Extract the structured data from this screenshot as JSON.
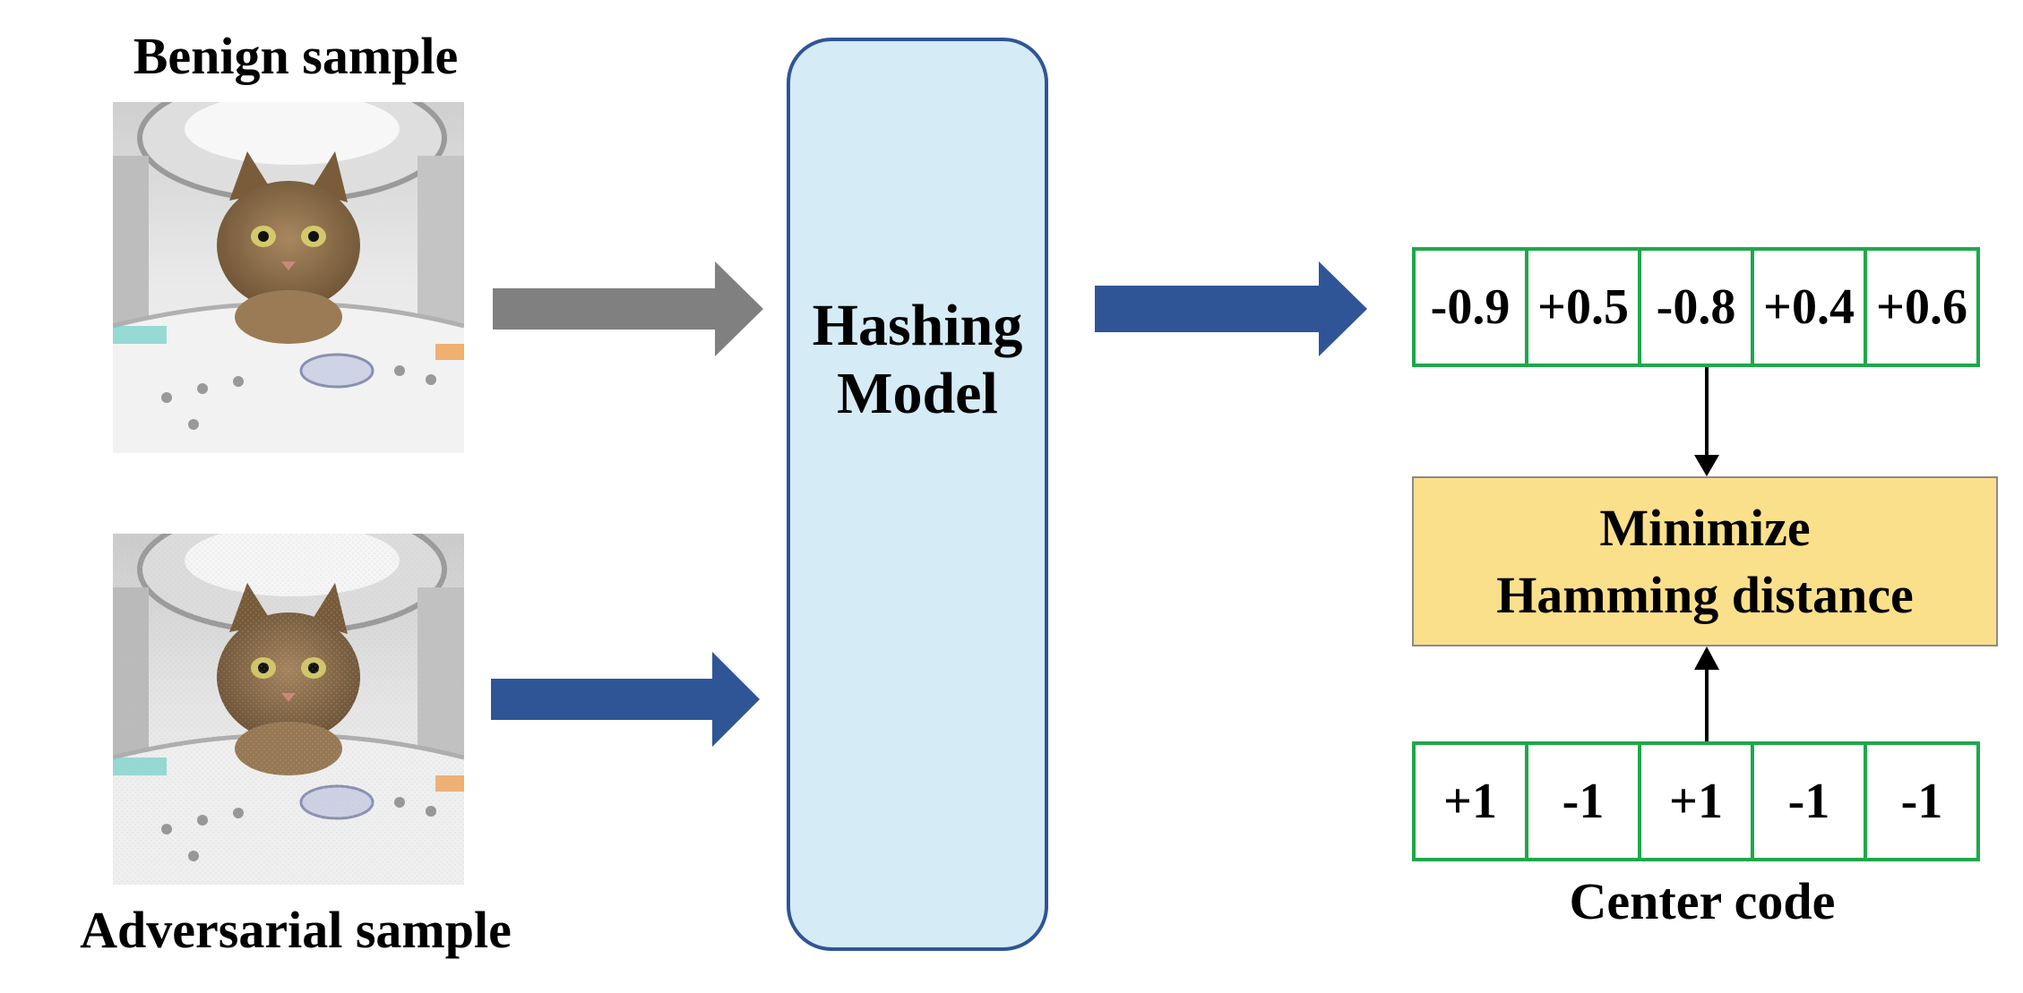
{
  "samples": {
    "benign_label": "Benign sample",
    "adversarial_label": "Adversarial sample"
  },
  "model": {
    "line1": "Hashing",
    "line2": "Model"
  },
  "output_code": {
    "values": [
      "-0.9",
      "+0.5",
      "-0.8",
      "+0.4",
      "+0.6"
    ]
  },
  "objective": {
    "line1": "Minimize",
    "line2": "Hamming distance"
  },
  "center_code": {
    "values": [
      "+1",
      "-1",
      "+1",
      "-1",
      "-1"
    ],
    "label": "Center code"
  },
  "colors": {
    "benign_arrow": "#808080",
    "adversarial_arrow": "#2f5597",
    "output_arrow": "#2f5597",
    "model_fill": "#d5ebf5",
    "model_border": "#2f5597",
    "code_border": "#1fa84a",
    "objective_fill": "#fbe08b"
  }
}
